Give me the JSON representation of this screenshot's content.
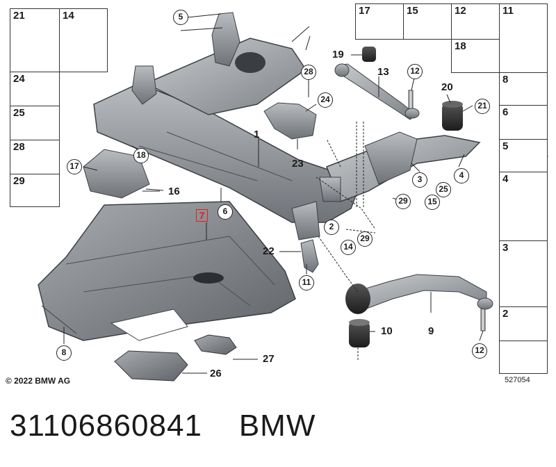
{
  "caption": {
    "part_number": "31106860841",
    "brand": "BMW"
  },
  "copyright": "© 2022 BMW AG",
  "image_number": "527054",
  "highlighted_callout": "7",
  "left_grid": [
    "21",
    "14",
    "24",
    "25",
    "28",
    "29"
  ],
  "top_right_grid": [
    "17",
    "15",
    "12",
    "11",
    "18"
  ],
  "right_column": [
    "8",
    "6",
    "5",
    "4",
    "3",
    "2"
  ],
  "callouts": {
    "c5": "5",
    "c28": "28",
    "c24": "24",
    "c23": "23",
    "c1": "1",
    "c18": "18",
    "c17": "17",
    "c16": "16",
    "c6": "6",
    "c8": "8",
    "c19": "19",
    "c13": "13",
    "c12a": "12",
    "c20": "20",
    "c21": "21",
    "c3": "3",
    "c4": "4",
    "c25": "25",
    "c15": "15",
    "c29a": "29",
    "c2": "2",
    "c22": "22",
    "c11": "11",
    "c14": "14",
    "c29b": "29",
    "c10": "10",
    "c9": "9",
    "c12b": "12",
    "c27": "27",
    "c26": "26"
  }
}
